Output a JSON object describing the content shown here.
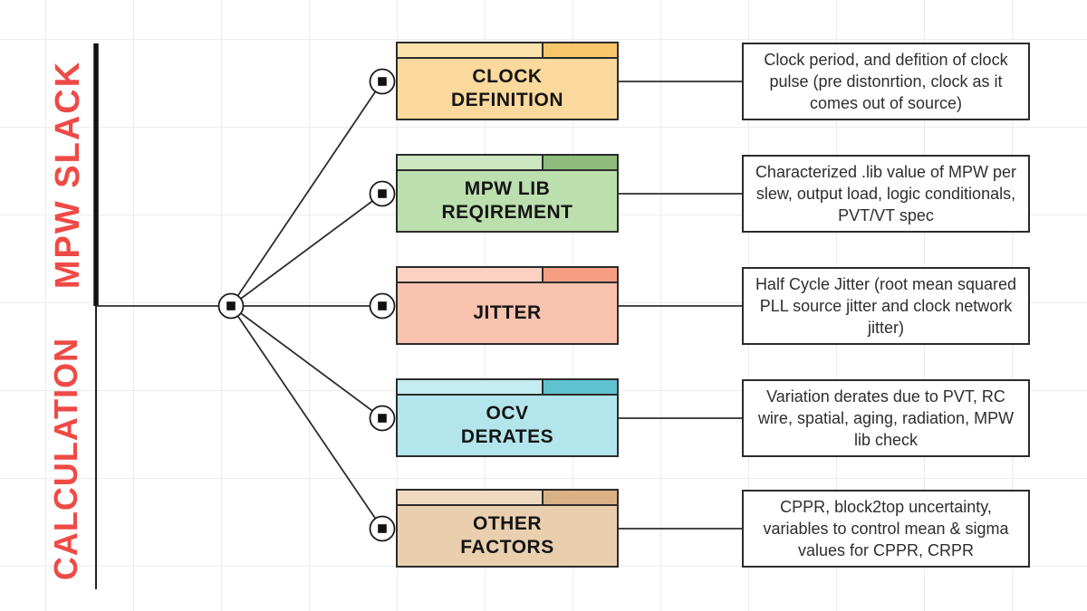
{
  "accent_color": "#EF4A45",
  "labels": {
    "top": "MPW SLACK",
    "bottom": "CALCULATION"
  },
  "nodes": [
    {
      "title": "CLOCK\nDEFINITION",
      "description": "Clock period, and defition of clock pulse (pre distonrtion, clock as it comes out of source)",
      "colors": {
        "body": "#FBD99C",
        "header_light": "#FCE3AC",
        "header_dark": "#F8C76B"
      }
    },
    {
      "title": "MPW LIB\nREQIREMENT",
      "description": "Characterized .lib value of MPW per slew, output load, logic conditionals, PVT/VT spec",
      "colors": {
        "body": "#BCE0AD",
        "header_light": "#CDE8C0",
        "header_dark": "#8FBB7D"
      }
    },
    {
      "title": "JITTER",
      "description": "Half Cycle Jitter (root mean squared PLL source jitter and clock network jitter)",
      "colors": {
        "body": "#FAC3AF",
        "header_light": "#FBD1C2",
        "header_dark": "#F79E82"
      }
    },
    {
      "title": "OCV\nDERATES",
      "description": "Variation derates due to PVT, RC wire, spatial, aging, radiation, MPW lib check",
      "colors": {
        "body": "#B2E6EC",
        "header_light": "#C4EDF1",
        "header_dark": "#60C1D0"
      }
    },
    {
      "title": "OTHER\nFACTORS",
      "description": "CPPR, block2top uncertainty, variables to control mean & sigma values for CPPR, CRPR",
      "colors": {
        "body": "#EACFAF",
        "header_light": "#F0DABF",
        "header_dark": "#D9B184"
      }
    }
  ]
}
